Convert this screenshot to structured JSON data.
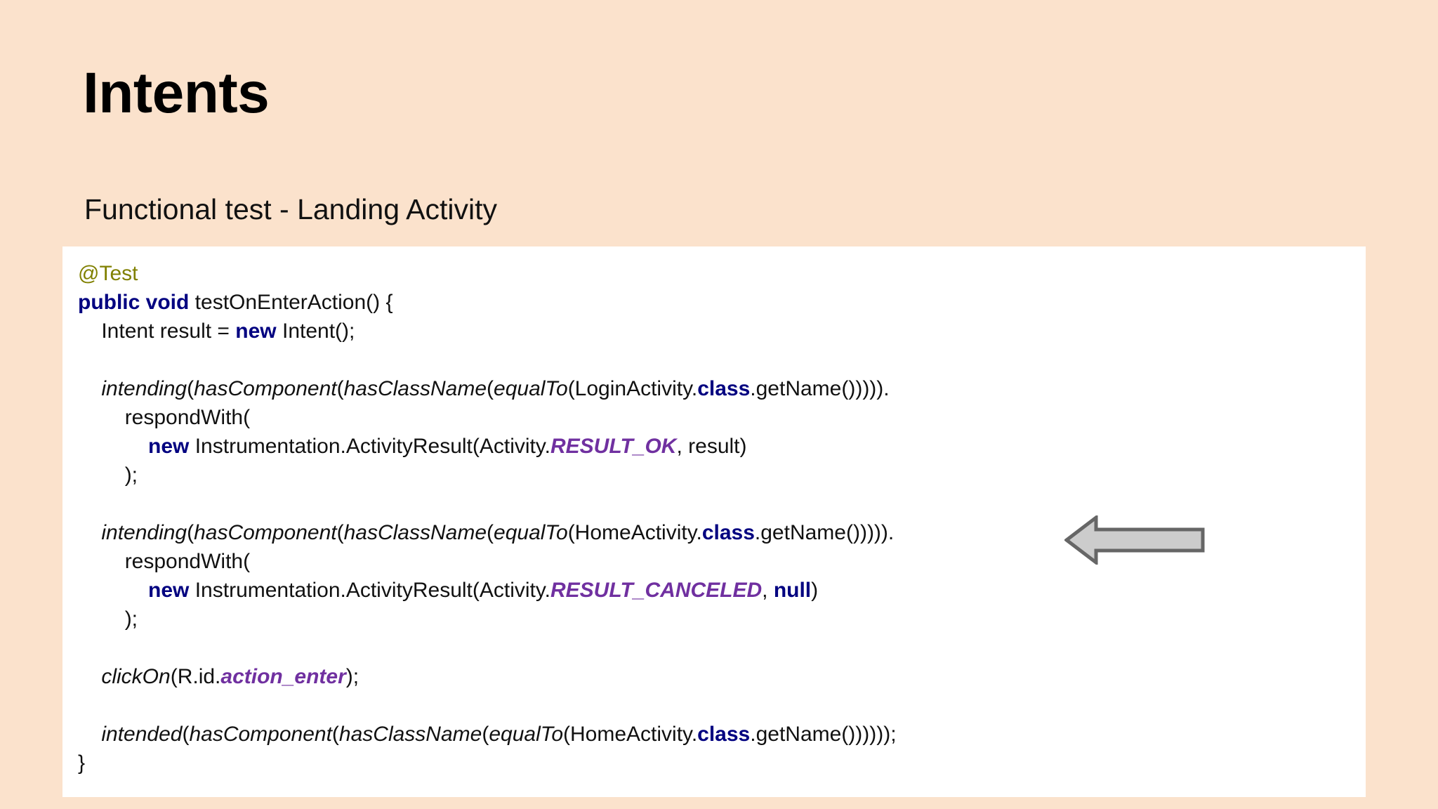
{
  "slide": {
    "title": "Intents",
    "subtitle": "Functional test - Landing Activity",
    "background_color": "#fbe2cc",
    "panel_background_color": "#ffffff"
  },
  "colors": {
    "annotation": "#808000",
    "keyword": "#000080",
    "constant": "#7030a0",
    "text": "#111111",
    "arrow_fill": "#cccccc",
    "arrow_stroke": "#666666"
  },
  "code": {
    "language": "java",
    "lines": [
      {
        "indent": 0,
        "tokens": [
          {
            "t": "@Test",
            "k": "annotation"
          }
        ]
      },
      {
        "indent": 0,
        "tokens": [
          {
            "t": "public void",
            "k": "keyword"
          },
          {
            "t": " testOnEnterAction() {",
            "k": "plain"
          }
        ]
      },
      {
        "indent": 1,
        "tokens": [
          {
            "t": "Intent result = ",
            "k": "plain"
          },
          {
            "t": "new",
            "k": "keyword"
          },
          {
            "t": " Intent();",
            "k": "plain"
          }
        ]
      },
      {
        "indent": 0,
        "tokens": []
      },
      {
        "indent": 1,
        "tokens": [
          {
            "t": "intending",
            "k": "method"
          },
          {
            "t": "(",
            "k": "plain"
          },
          {
            "t": "hasComponent",
            "k": "method"
          },
          {
            "t": "(",
            "k": "plain"
          },
          {
            "t": "hasClassName",
            "k": "method"
          },
          {
            "t": "(",
            "k": "plain"
          },
          {
            "t": "equalTo",
            "k": "method"
          },
          {
            "t": "(LoginActivity.",
            "k": "plain"
          },
          {
            "t": "class",
            "k": "keyword"
          },
          {
            "t": ".getName())))).",
            "k": "plain"
          }
        ]
      },
      {
        "indent": 2,
        "tokens": [
          {
            "t": "respondWith(",
            "k": "plain"
          }
        ]
      },
      {
        "indent": 3,
        "tokens": [
          {
            "t": "new",
            "k": "keyword"
          },
          {
            "t": " Instrumentation.ActivityResult(Activity.",
            "k": "plain"
          },
          {
            "t": "RESULT_OK",
            "k": "constant"
          },
          {
            "t": ", result)",
            "k": "plain"
          }
        ]
      },
      {
        "indent": 2,
        "tokens": [
          {
            "t": ");",
            "k": "plain"
          }
        ]
      },
      {
        "indent": 0,
        "tokens": []
      },
      {
        "indent": 1,
        "tokens": [
          {
            "t": "intending",
            "k": "method"
          },
          {
            "t": "(",
            "k": "plain"
          },
          {
            "t": "hasComponent",
            "k": "method"
          },
          {
            "t": "(",
            "k": "plain"
          },
          {
            "t": "hasClassName",
            "k": "method"
          },
          {
            "t": "(",
            "k": "plain"
          },
          {
            "t": "equalTo",
            "k": "method"
          },
          {
            "t": "(HomeActivity.",
            "k": "plain"
          },
          {
            "t": "class",
            "k": "keyword"
          },
          {
            "t": ".getName())))).",
            "k": "plain"
          }
        ]
      },
      {
        "indent": 2,
        "tokens": [
          {
            "t": "respondWith(",
            "k": "plain"
          }
        ]
      },
      {
        "indent": 3,
        "tokens": [
          {
            "t": "new",
            "k": "keyword"
          },
          {
            "t": " Instrumentation.ActivityResult(Activity.",
            "k": "plain"
          },
          {
            "t": "RESULT_CANCELED",
            "k": "constant"
          },
          {
            "t": ", ",
            "k": "plain"
          },
          {
            "t": "null",
            "k": "keyword"
          },
          {
            "t": ")",
            "k": "plain"
          }
        ]
      },
      {
        "indent": 2,
        "tokens": [
          {
            "t": ");",
            "k": "plain"
          }
        ]
      },
      {
        "indent": 0,
        "tokens": []
      },
      {
        "indent": 1,
        "tokens": [
          {
            "t": "clickOn",
            "k": "method"
          },
          {
            "t": "(R.id.",
            "k": "plain"
          },
          {
            "t": "action_enter",
            "k": "constant"
          },
          {
            "t": ");",
            "k": "plain"
          }
        ]
      },
      {
        "indent": 0,
        "tokens": []
      },
      {
        "indent": 1,
        "tokens": [
          {
            "t": "intended",
            "k": "method"
          },
          {
            "t": "(",
            "k": "plain"
          },
          {
            "t": "hasComponent",
            "k": "method"
          },
          {
            "t": "(",
            "k": "plain"
          },
          {
            "t": "hasClassName",
            "k": "method"
          },
          {
            "t": "(",
            "k": "plain"
          },
          {
            "t": "equalTo",
            "k": "method"
          },
          {
            "t": "(HomeActivity.",
            "k": "plain"
          },
          {
            "t": "class",
            "k": "keyword"
          },
          {
            "t": ".getName())))));",
            "k": "plain"
          }
        ]
      },
      {
        "indent": 0,
        "tokens": [
          {
            "t": "}",
            "k": "plain"
          }
        ]
      }
    ]
  },
  "annotation_arrow": {
    "direction": "left",
    "points_to_line": 9
  }
}
